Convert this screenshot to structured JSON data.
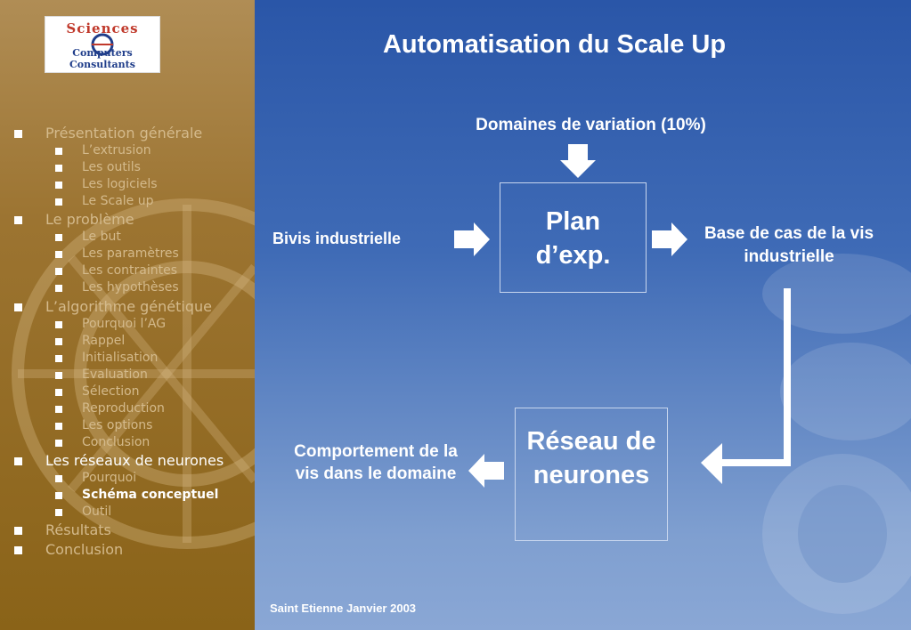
{
  "logo": {
    "line1": "Sciences",
    "line2": "Computers Consultants"
  },
  "nav": [
    {
      "label": "Présentation générale",
      "level": 1,
      "active": false
    },
    {
      "label": "L’extrusion",
      "level": 2,
      "active": false
    },
    {
      "label": "Les outils",
      "level": 2,
      "active": false
    },
    {
      "label": "Les logiciels",
      "level": 2,
      "active": false
    },
    {
      "label": "Le Scale up",
      "level": 2,
      "active": false
    },
    {
      "label": "Le problème",
      "level": 1,
      "active": false
    },
    {
      "label": "Le but",
      "level": 2,
      "active": false
    },
    {
      "label": "Les paramètres",
      "level": 2,
      "active": false
    },
    {
      "label": "Les contraintes",
      "level": 2,
      "active": false
    },
    {
      "label": "Les hypothèses",
      "level": 2,
      "active": false
    },
    {
      "label": "L’algorithme génétique",
      "level": 1,
      "active": false
    },
    {
      "label": "Pourquoi l’AG",
      "level": 2,
      "active": false
    },
    {
      "label": "Rappel",
      "level": 2,
      "active": false
    },
    {
      "label": "Initialisation",
      "level": 2,
      "active": false
    },
    {
      "label": "Evaluation",
      "level": 2,
      "active": false
    },
    {
      "label": "Sélection",
      "level": 2,
      "active": false
    },
    {
      "label": "Reproduction",
      "level": 2,
      "active": false
    },
    {
      "label": "Les options",
      "level": 2,
      "active": false
    },
    {
      "label": "Conclusion",
      "level": 2,
      "active": false
    },
    {
      "label": "Les réseaux de neurones",
      "level": 1,
      "active": true
    },
    {
      "label": "Pourquoi",
      "level": 2,
      "active": false
    },
    {
      "label": "Schéma conceptuel",
      "level": 2,
      "active": true
    },
    {
      "label": "Outil",
      "level": 2,
      "active": false
    },
    {
      "label": "Résultats",
      "level": 1,
      "active": false
    },
    {
      "label": "Conclusion",
      "level": 1,
      "active": false
    }
  ],
  "slide": {
    "title": "Automatisation du Scale Up",
    "domains_label": "Domaines de variation (10%)",
    "bivis_label": "Bivis industrielle",
    "plan_box": "Plan d’exp.",
    "base_label": "Base de cas de la vis industrielle",
    "reseau_box": "Réseau de neurones",
    "comportement_label": "Comportement de la vis dans le domaine",
    "footer": "Saint Etienne Janvier 2003"
  },
  "colors": {
    "sidebar_bg": "#9c7431",
    "main_bg": "#3f6bb6",
    "nav_inactive": "#d4ba8c",
    "nav_active": "#ffffff"
  }
}
